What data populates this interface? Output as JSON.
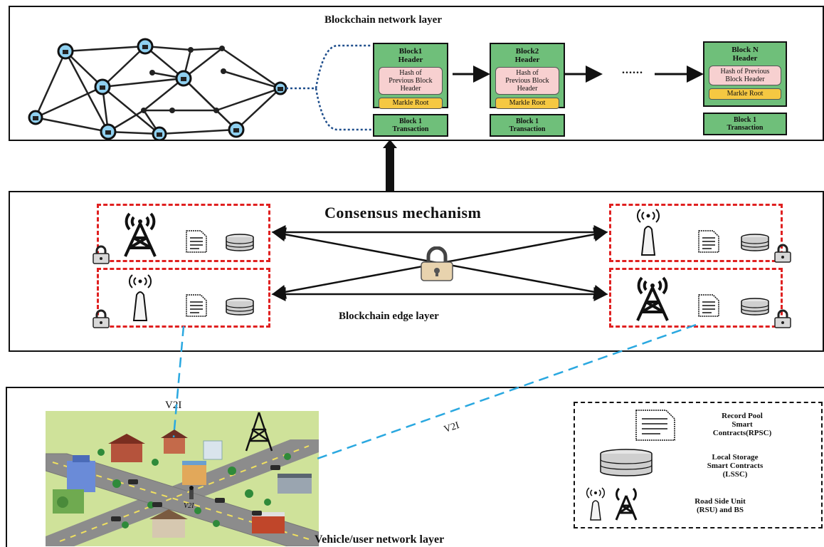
{
  "network_layer": {
    "title": "Blockchain network layer",
    "blocks": [
      {
        "header": "Block1\nHeader",
        "hash": "Hash of\nPrevious Block\nHeader",
        "root": "Markle Root",
        "tx": "Block 1\nTransaction"
      },
      {
        "header": "Block2\nHeader",
        "hash": "Hash of\nPrevious Block\nHeader",
        "root": "Markle Root",
        "tx": "Block 1\nTransaction"
      },
      {
        "header": "Block N\nHeader",
        "hash": "Hash of Previous\nBlock Header",
        "root": "Markle Root",
        "tx": "Block 1\nTransaction"
      }
    ],
    "ellipsis": "......"
  },
  "edge_layer": {
    "title": "Consensus mechanism",
    "subtitle": "Blockchain edge layer"
  },
  "vehicle_layer": {
    "title": "Vehicle/user network layer",
    "v2i_left": "V2I",
    "v2i_right": "V2I",
    "v2i_map": "V2I"
  },
  "legend": {
    "rpsc": "Record Pool\nSmart\nContracts(RPSC)",
    "lssc": "Local Storage\nSmart Contracts\n(LSSC)",
    "rsu": "Road Side Unit\n(RSU) and BS"
  },
  "colors": {
    "block_green": "#6fbf7a",
    "hash_pink": "#f7d0d0",
    "root_yellow": "#f5c842",
    "edge_dash_red": "#e02020",
    "v2i_blue": "#2aa8e0",
    "node_blue": "#8fd0f0",
    "map_green": "#cfe29a"
  },
  "icons": [
    "padlock-icon",
    "base-station-tower-icon",
    "rsu-antenna-icon",
    "document-icon",
    "database-icon"
  ]
}
